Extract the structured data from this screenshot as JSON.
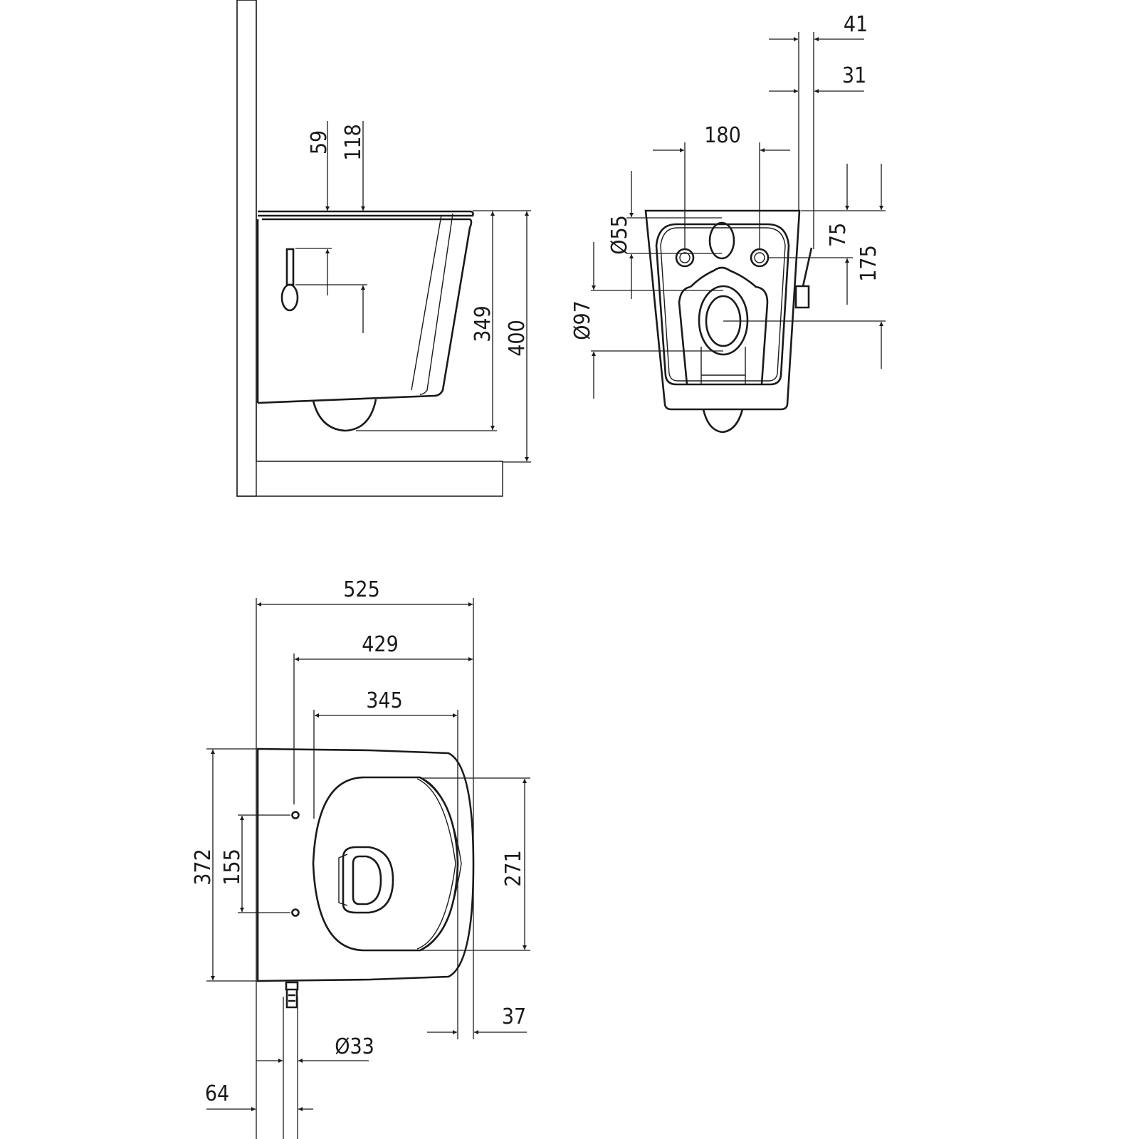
{
  "drawing": {
    "side_view": {
      "dims": {
        "d59": "59",
        "d118": "118",
        "d349": "349",
        "d400": "400"
      }
    },
    "front_view": {
      "dims": {
        "d41": "41",
        "d31": "31",
        "d180": "180",
        "d55": "Ø55",
        "d97": "Ø97",
        "d75": "75",
        "d175": "175"
      }
    },
    "top_view": {
      "dims": {
        "d525": "525",
        "d429": "429",
        "d345": "345",
        "d372": "372",
        "d155": "155",
        "d271": "271",
        "d37": "37",
        "d33": "Ø33",
        "d64": "64"
      }
    },
    "colors": {
      "line": "#1a1a1a",
      "background": "#ffffff"
    }
  }
}
